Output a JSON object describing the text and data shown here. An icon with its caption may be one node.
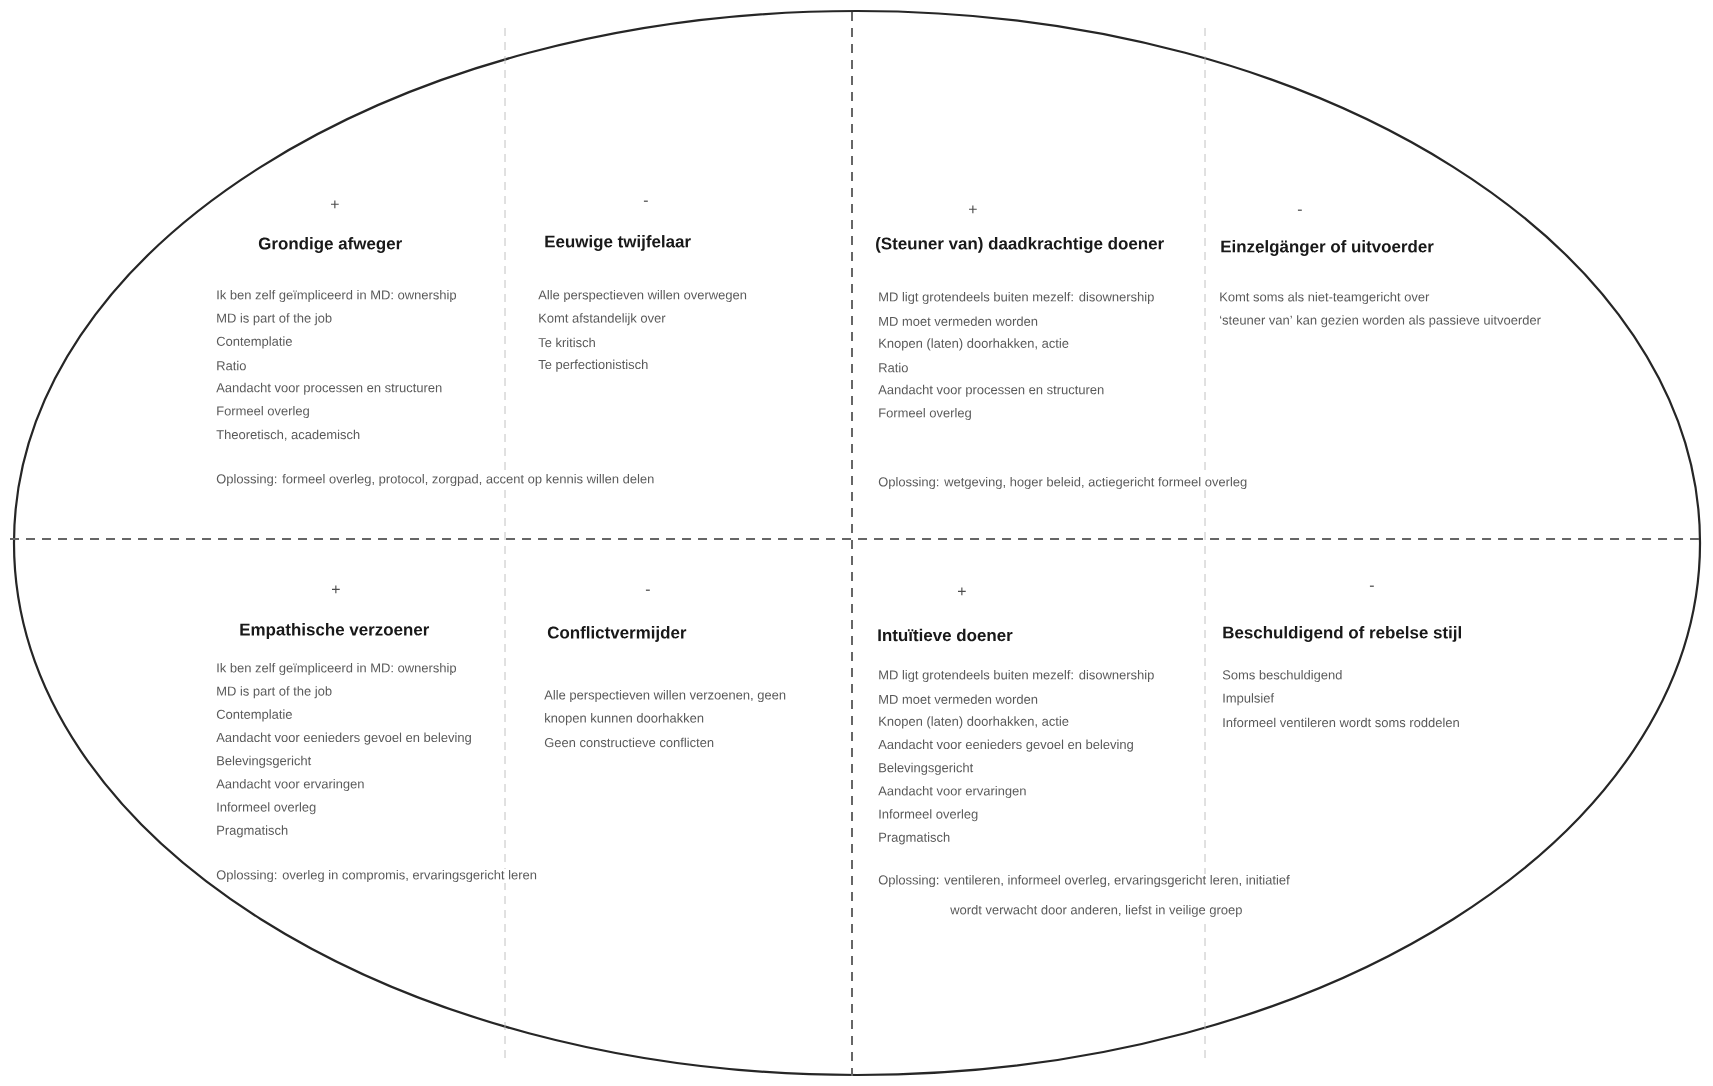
{
  "diagram": {
    "labels": [
      "+",
      "Grondige afweger",
      "Ik ben zelf geïmpliceerd in MD: ownership",
      "MD is part of the job",
      "Contemplatie",
      "Ratio",
      "Aandacht voor processen en structuren",
      "Formeel overleg",
      "Theoretisch, academisch",
      "-",
      "Eeuwige twijfelaar",
      "Alle perspectieven willen overwegen",
      "Komt afstandelijk over",
      "Te kritisch",
      "Te perfectionistisch",
      "Oplossing: formeel overleg, protocol, zorgpad, accent op kennis willen delen",
      "+",
      "(Steuner van) daadkrachtige doener",
      "MD ligt grotendeels buiten mezelf: disownership",
      "MD moet vermeden worden",
      "Knopen (laten) doorhakken, actie",
      "Ratio",
      "Aandacht voor processen en structuren",
      "Formeel overleg",
      "-",
      "Einzelgänger of uitvoerder",
      "Komt soms als niet-teamgericht over",
      "‘steuner van’ kan gezien worden als passieve uitvoerder",
      "Oplossing: wetgeving, hoger beleid, actiegericht formeel overleg",
      "+",
      "Empathische verzoener",
      "Ik ben zelf geïmpliceerd in MD: ownership",
      "MD is part of the job",
      "Contemplatie",
      "Aandacht voor eenieders gevoel en beleving",
      "Belevingsgericht",
      "Aandacht voor ervaringen",
      "Informeel overleg",
      "Pragmatisch",
      "-",
      "Conflictvermijder",
      "Alle perspectieven willen verzoenen, geen knopen kunnen doorhakken",
      "Geen constructieve conflicten",
      "Oplossing: overleg in compromis, ervaringsgericht leren",
      "+",
      "Intuïtieve doener",
      "MD ligt grotendeels buiten mezelf: disownership",
      "MD moet vermeden worden",
      "Knopen (laten) doorhakken, actie",
      "Aandacht voor eenieders gevoel en beleving",
      "Belevingsgericht",
      "Aandacht voor ervaringen",
      "Informeel overleg",
      "Pragmatisch",
      "-",
      "Beschuldigend of rebelse stijl",
      "Soms beschuldigend",
      "Impulsief",
      "Informeel ventileren wordt soms roddelen",
      "Oplossing: ventileren, informeel overleg, ervaringsgericht leren, initiatief wordt verwacht door anderen, liefst in veilige groep"
    ]
  }
}
